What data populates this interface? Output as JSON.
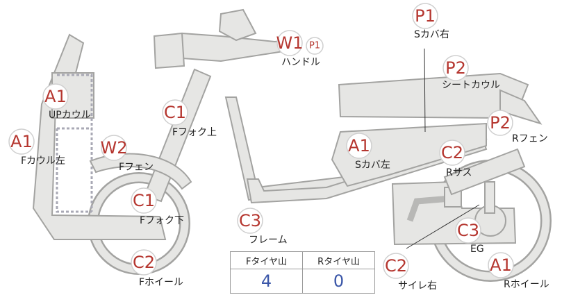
{
  "parts": [
    {
      "code": "P1",
      "label": "Sカバ右"
    },
    {
      "code": "W1",
      "label": "ハンドル"
    },
    {
      "code": "P1",
      "label": ""
    },
    {
      "code": "P2",
      "label": "シートカウル"
    },
    {
      "code": "A1",
      "label": "UPカウル"
    },
    {
      "code": "C1",
      "label": "Fフォク上"
    },
    {
      "code": "P2",
      "label": "Rフェン"
    },
    {
      "code": "A1",
      "label": "Fカウル左"
    },
    {
      "code": "W2",
      "label": "Fフェン"
    },
    {
      "code": "A1",
      "label": "Sカバ左"
    },
    {
      "code": "C2",
      "label": "Rサス"
    },
    {
      "code": "C1",
      "label": "Fフォク下"
    },
    {
      "code": "C3",
      "label": "フレーム"
    },
    {
      "code": "C3",
      "label": "EG"
    },
    {
      "code": "C2",
      "label": "Fホイール"
    },
    {
      "code": "C2",
      "label": "サイレ右"
    },
    {
      "code": "A1",
      "label": "Rホイール"
    }
  ],
  "tire_table": {
    "headers": [
      "Fタイヤ山",
      "Rタイヤ山"
    ],
    "values": [
      "4",
      "0"
    ]
  },
  "colors": {
    "code_text": "#b5362f",
    "part_fill": "#e6e6e4",
    "part_stroke": "#a3a3a1",
    "table_value": "#3a56a8"
  }
}
